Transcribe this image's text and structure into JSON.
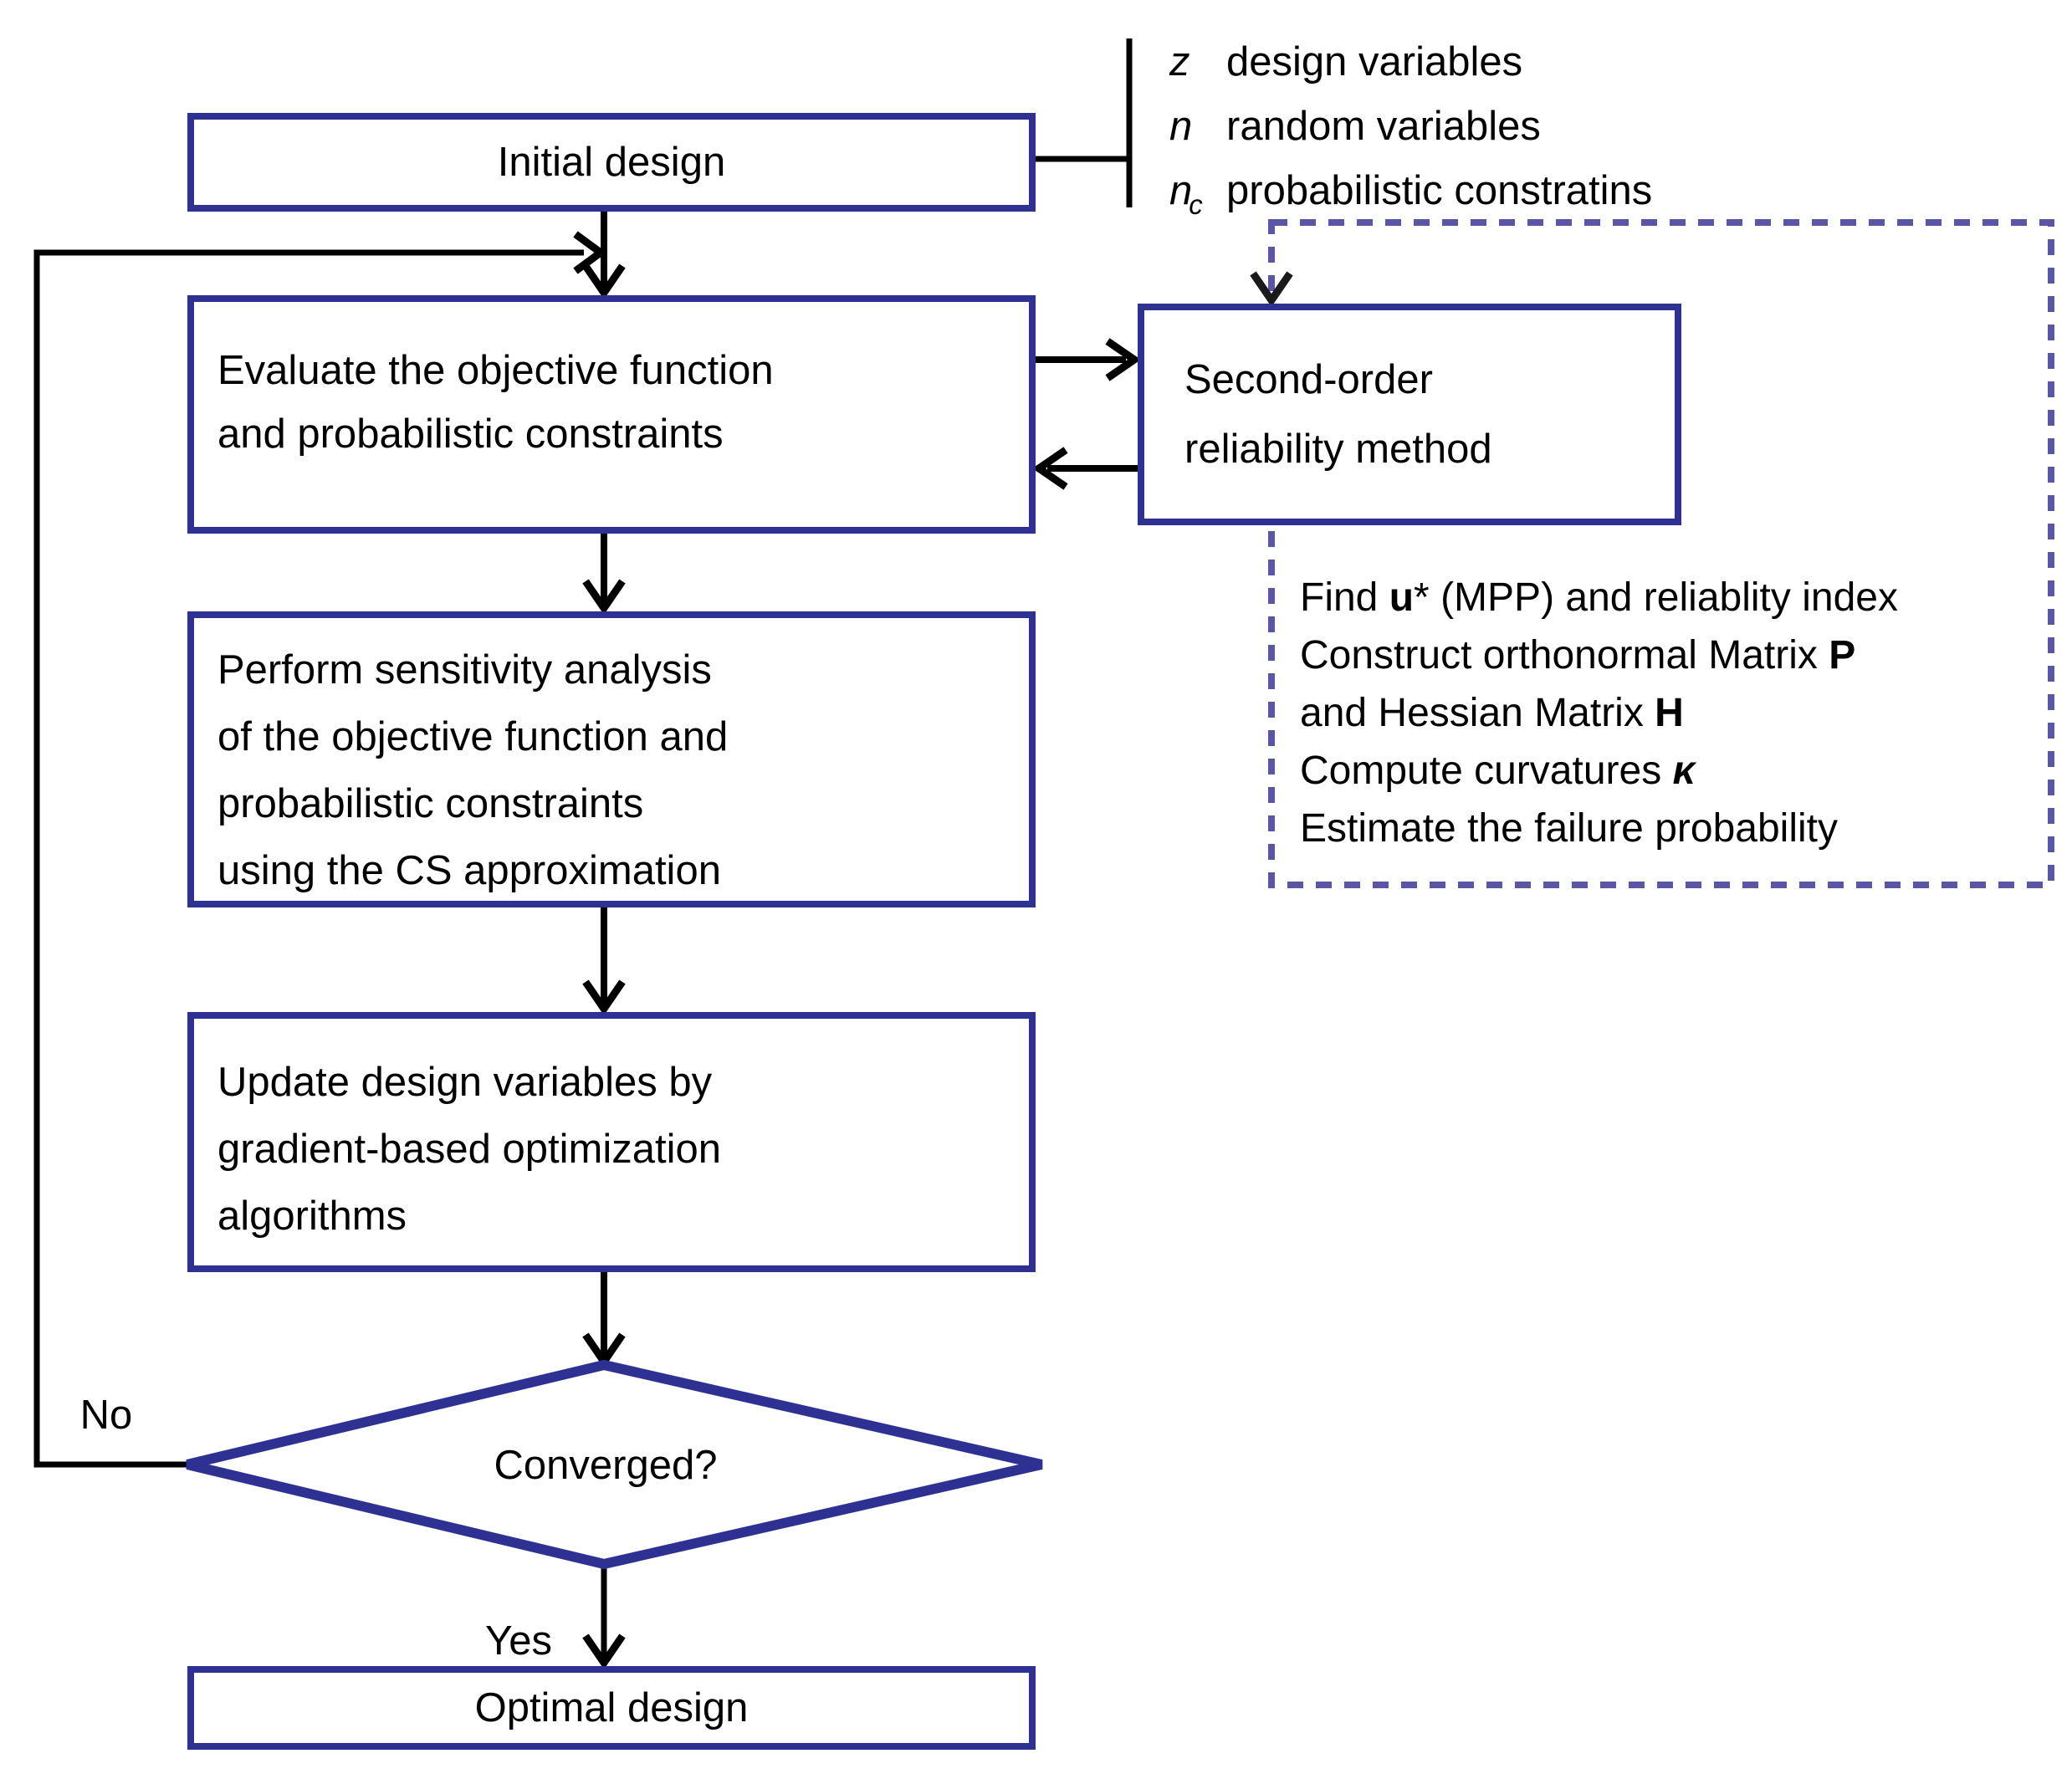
{
  "palette": {
    "box_border": "#2e3192",
    "dashed_border": "#5b55a6",
    "connector_line": "#000000",
    "text": "#000000",
    "background": "#ffffff"
  },
  "annotations": {
    "items": [
      {
        "symbol": "z",
        "sub": "",
        "label": "design variables"
      },
      {
        "symbol": "n",
        "sub": "",
        "label": "random variables"
      },
      {
        "symbol": "n",
        "sub": "c",
        "label": "probabilistic constratins"
      }
    ]
  },
  "boxes": {
    "initial": {
      "lines": [
        "Initial design"
      ]
    },
    "evaluate": {
      "lines": [
        "Evaluate the objective function",
        "and probabilistic constraints"
      ]
    },
    "sorm": {
      "lines": [
        "Second-order",
        "reliability method"
      ]
    },
    "perform": {
      "lines": [
        "Perform sensitivity analysis",
        "of the objective function and",
        "probabilistic constraints",
        "using the CS approximation"
      ]
    },
    "update": {
      "lines": [
        "Update design variables by",
        "gradient-based optimization",
        "algorithms"
      ]
    },
    "optimal": {
      "lines": [
        "Optimal design"
      ]
    }
  },
  "decision": {
    "label": "Converged?",
    "no_label": "No",
    "yes_label": "Yes"
  },
  "sorm_details": {
    "lines": [
      {
        "pre": "Find ",
        "strong": "u",
        "post": "* (MPP) and reliablity index"
      },
      {
        "pre": "Construct orthonormal Matrix ",
        "strong": "P",
        "post": ""
      },
      {
        "pre": "and Hessian Matrix ",
        "strong": "H",
        "post": ""
      },
      {
        "pre": "Compute curvatures ",
        "strong": "κ",
        "post": ""
      },
      {
        "pre": "Estimate the failure probability",
        "strong": "",
        "post": ""
      }
    ]
  }
}
